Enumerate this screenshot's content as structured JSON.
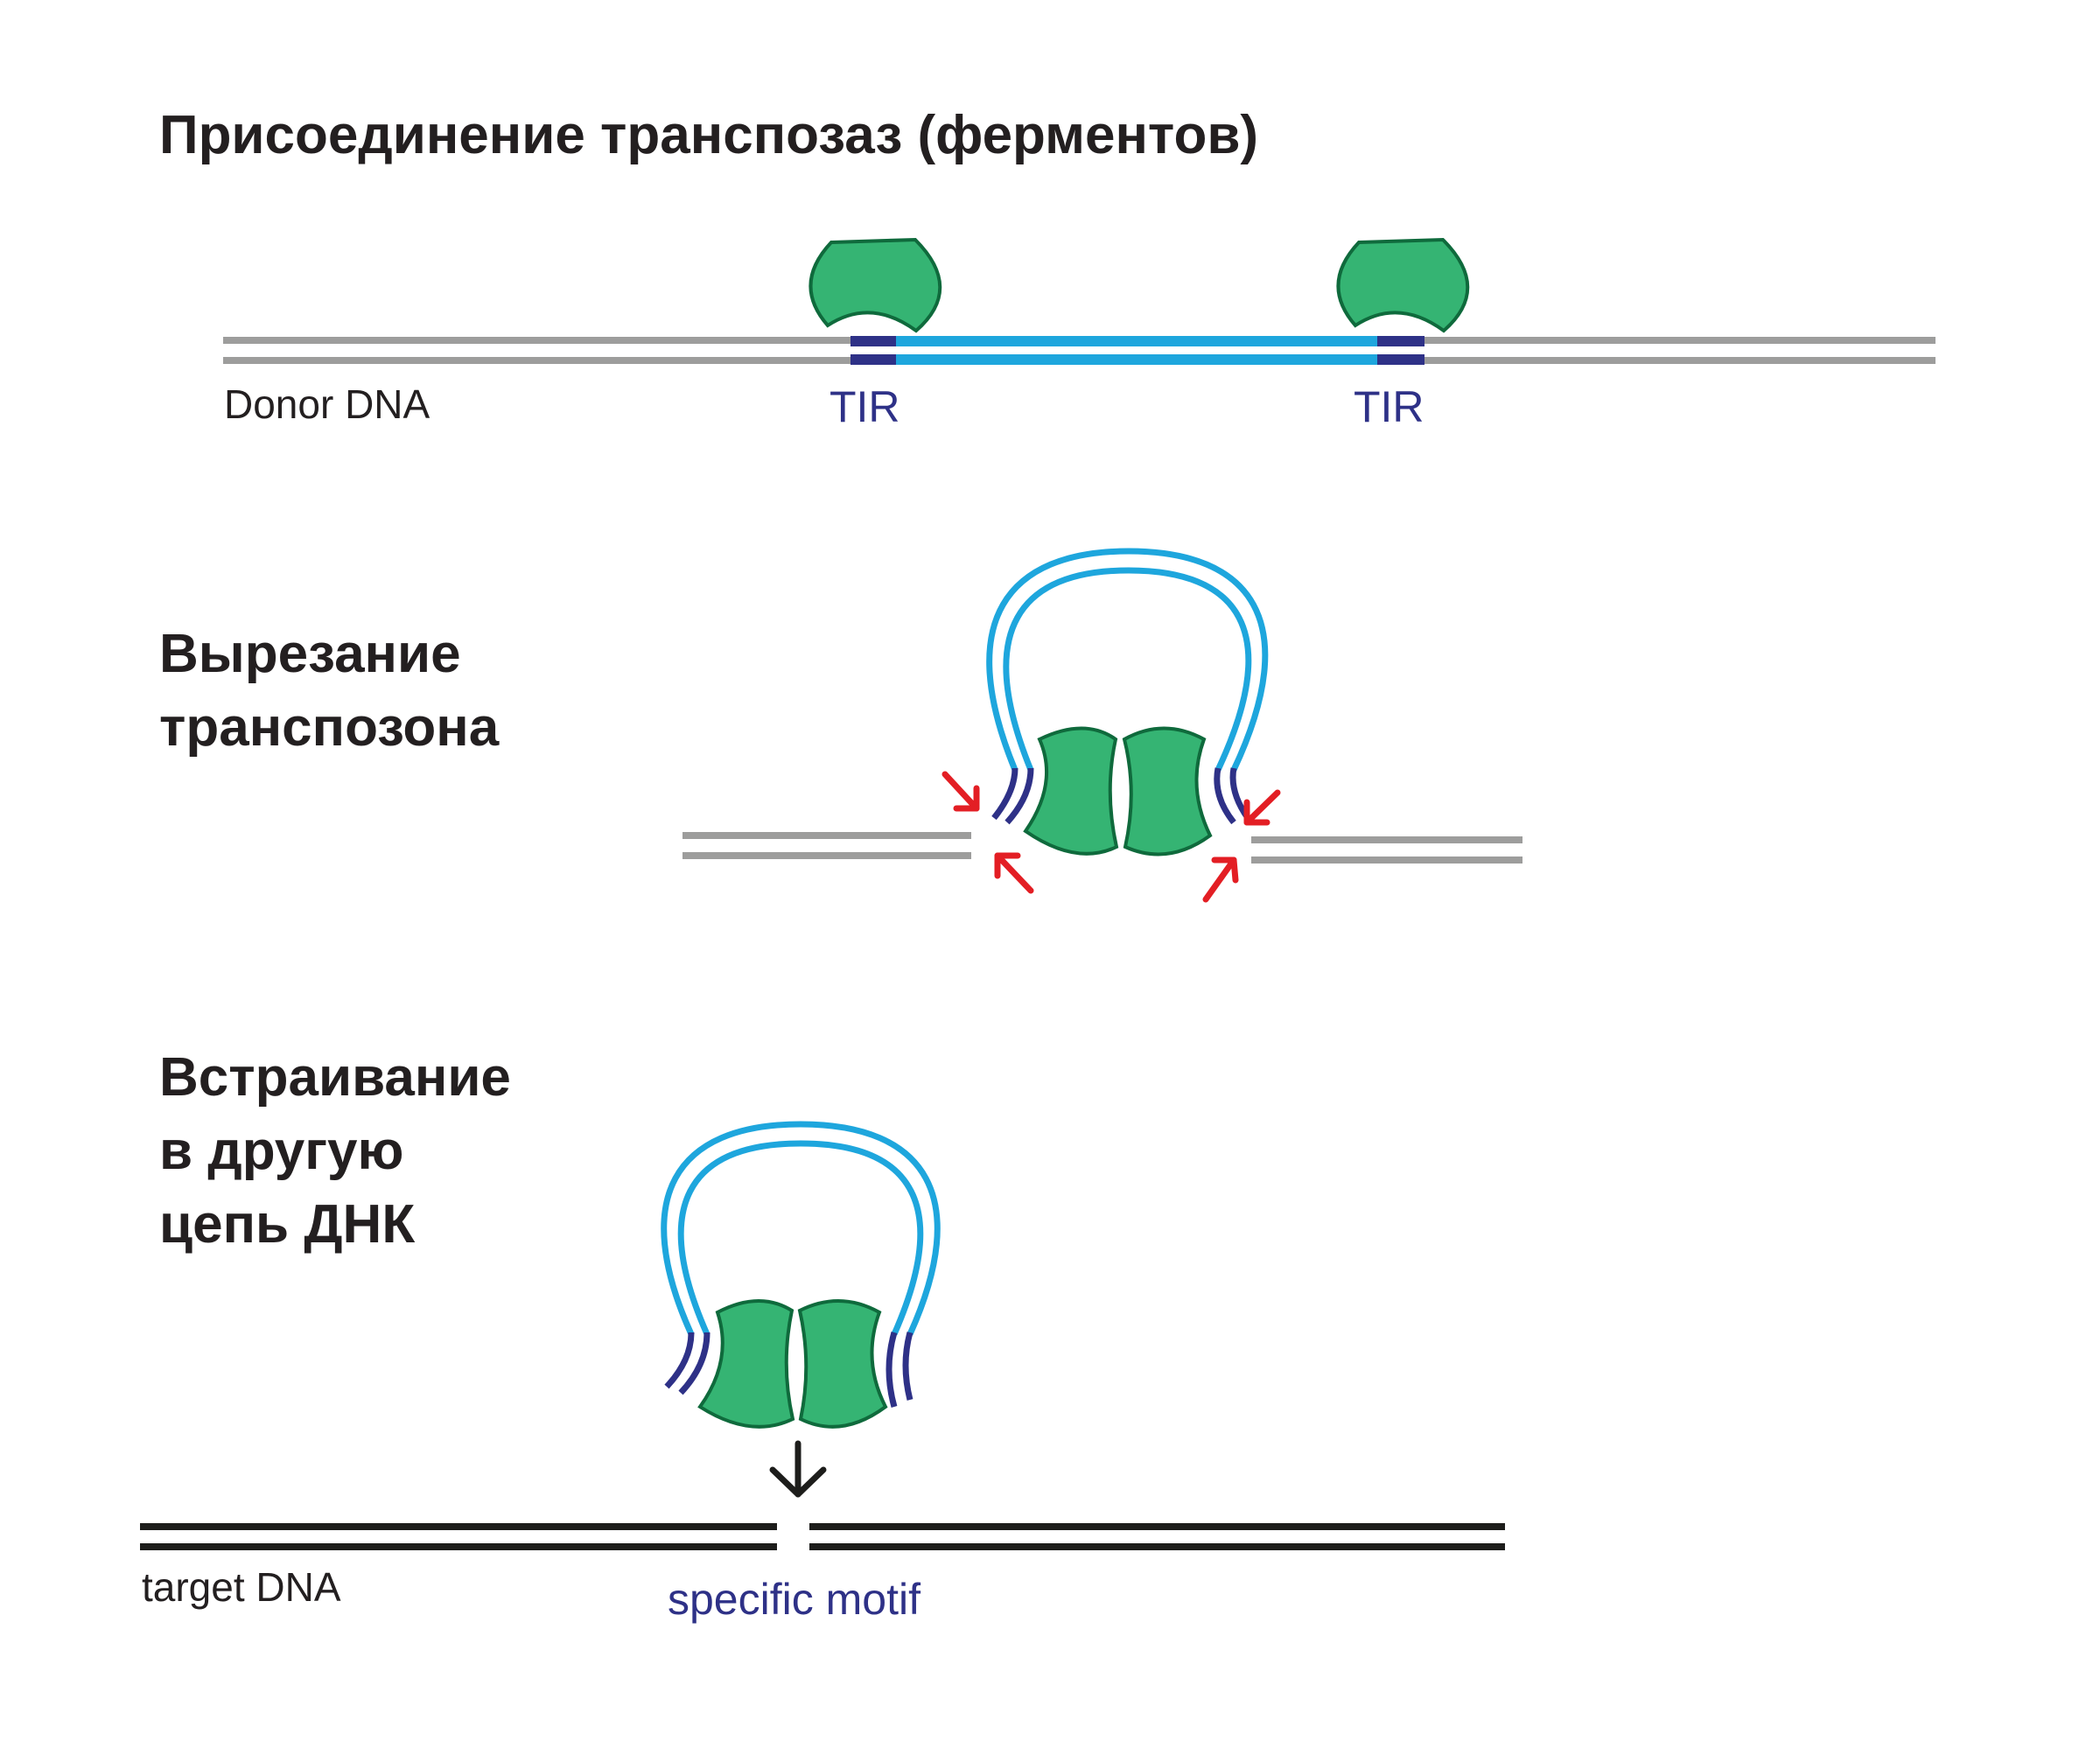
{
  "steps": [
    {
      "title": "Присоединение транспозаз (ферментов)"
    },
    {
      "title_lines": [
        "Вырезание",
        "транспозона"
      ]
    },
    {
      "title_lines": [
        "Встраивание",
        "в другую",
        "цепь ДНК"
      ]
    }
  ],
  "labels": {
    "donor_dna": "Donor DNA",
    "tir_left": "TIR",
    "tir_right": "TIR",
    "target_dna": "target DNA",
    "specific_motif": "specific motif"
  },
  "colors": {
    "donor_dna": "#9d9d9c",
    "transposon": "#1ea6dd",
    "tir": "#2e3187",
    "transposase_fill": "#35b473",
    "transposase_stroke": "#0f6a3c",
    "cut_arrows": "#e31e24",
    "target_dna": "#1d1d1b",
    "text": "#231f20"
  }
}
